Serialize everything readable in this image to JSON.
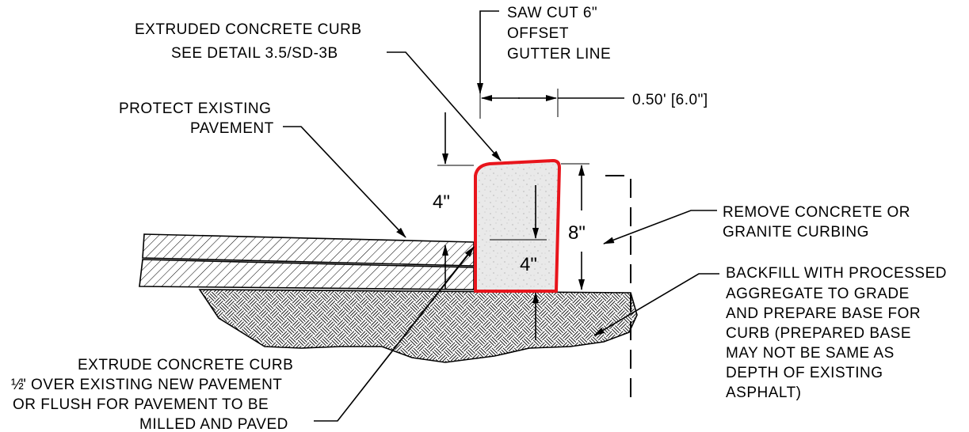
{
  "labels": {
    "curb_1": "EXTRUDED CONCRETE CURB",
    "curb_2": "SEE DETAIL 3.5/SD-3B",
    "saw_1": "SAW CUT 6\"",
    "saw_2": "OFFSET",
    "saw_3": "GUTTER LINE",
    "offset_dim": "0.50' [6.0\"]",
    "protect_1": "PROTECT EXISTING",
    "protect_2": "PAVEMENT",
    "remove_1": "REMOVE CONCRETE OR",
    "remove_2": "GRANITE CURBING",
    "backfill_1": "BACKFILL WITH PROCESSED",
    "backfill_2": "AGGREGATE TO GRADE",
    "backfill_3": "AND PREPARE BASE FOR",
    "backfill_4": "CURB (PREPARED BASE",
    "backfill_5": "MAY NOT BE SAME AS",
    "backfill_6": "DEPTH OF EXISTING",
    "backfill_7": "ASPHALT)",
    "extrude_1": "EXTRUDE CONCRETE CURB",
    "extrude_2_frac": "½",
    "extrude_2": "\" OVER EXISTING NEW PAVEMENT",
    "extrude_3": "OR FLUSH FOR PAVEMENT TO BE",
    "extrude_4": "MILLED AND PAVED",
    "dim_reveal": "4\"",
    "dim_depth": "8\"",
    "dim_embed": "4\""
  },
  "colors": {
    "curb_outline": "#e8141b",
    "concrete_fill": "#e9e9e9",
    "line": "#000000"
  }
}
